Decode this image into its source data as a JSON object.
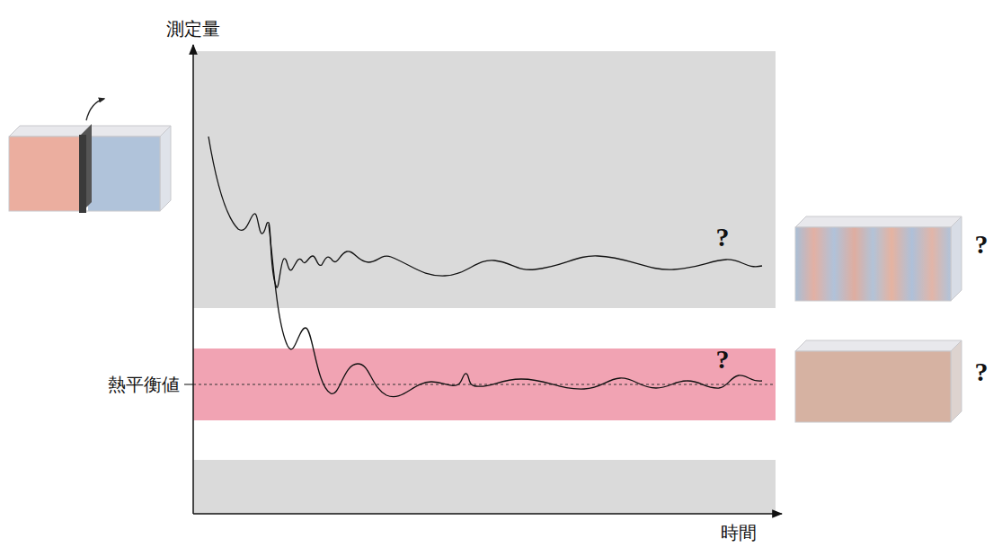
{
  "diagram": {
    "labels": [
      "測定量",
      "時間",
      "熱平衡値",
      "?",
      "?",
      "?",
      "?"
    ]
  }
}
